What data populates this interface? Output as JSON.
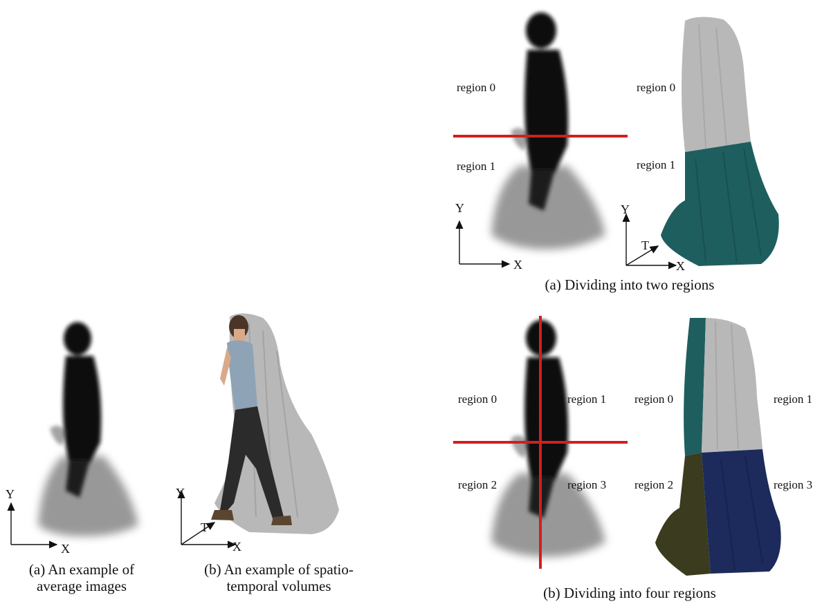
{
  "left_figure": {
    "panel_a": {
      "caption_line1": "(a) An example of",
      "caption_line2": "average images",
      "axis_y": "Y",
      "axis_x": "X"
    },
    "panel_b": {
      "caption_line1": "(b) An example of spatio-",
      "caption_line2": "temporal volumes",
      "axis_y": "Y",
      "axis_x": "X",
      "axis_t": "T"
    }
  },
  "right_figure": {
    "two_regions": {
      "caption": "(a) Dividing into two regions",
      "avg_labels": [
        "region 0",
        "region 1"
      ],
      "vol_labels": [
        "region 0",
        "region 1"
      ],
      "axis_y": "Y",
      "axis_x": "X",
      "vol_axis_y": "Y",
      "vol_axis_x": "X",
      "vol_axis_t": "T"
    },
    "four_regions": {
      "caption": "(b) Dividing into four regions",
      "avg_labels": [
        "region 0",
        "region 1",
        "region 2",
        "region 3"
      ],
      "vol_labels": [
        "region 0",
        "region 1",
        "region 2",
        "region 3"
      ]
    }
  },
  "colors": {
    "divider_red": "#d11f1f",
    "volume_gray": "#b8b8b8",
    "region_teal": "#1f5e5e",
    "region_olive": "#3b3b1f",
    "region_navy": "#1c2a5c",
    "silhouette": "#0a0a0a"
  }
}
